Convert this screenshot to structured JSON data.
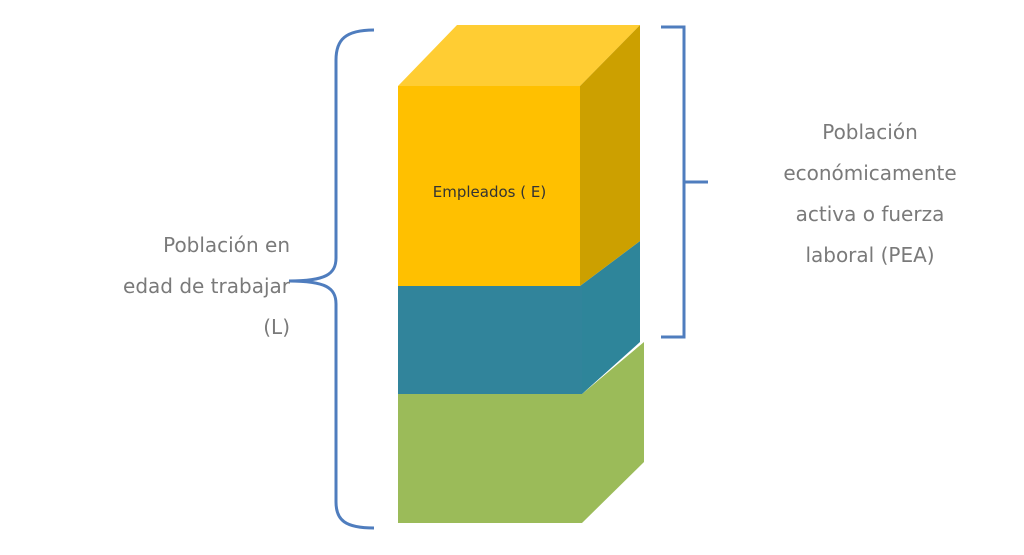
{
  "labels": {
    "working_age": [
      "Población en",
      "edad de trabajar",
      "(L)"
    ],
    "labor_force": [
      "Población",
      "económicamente",
      "activa o fuerza",
      "laboral (PEA)"
    ],
    "employed": "Empleados ( E)"
  },
  "colors": {
    "employed_front": "#FFC000",
    "employed_top": "#FFCD33",
    "employed_side": "#CCA000",
    "unemployed": "#31849B",
    "unemployed_side": "#2E859A",
    "inactive": "#9BBB59",
    "inactive_side": "#9BBB59",
    "brace": "#4F7DBE",
    "text": "#7A7A7A"
  }
}
